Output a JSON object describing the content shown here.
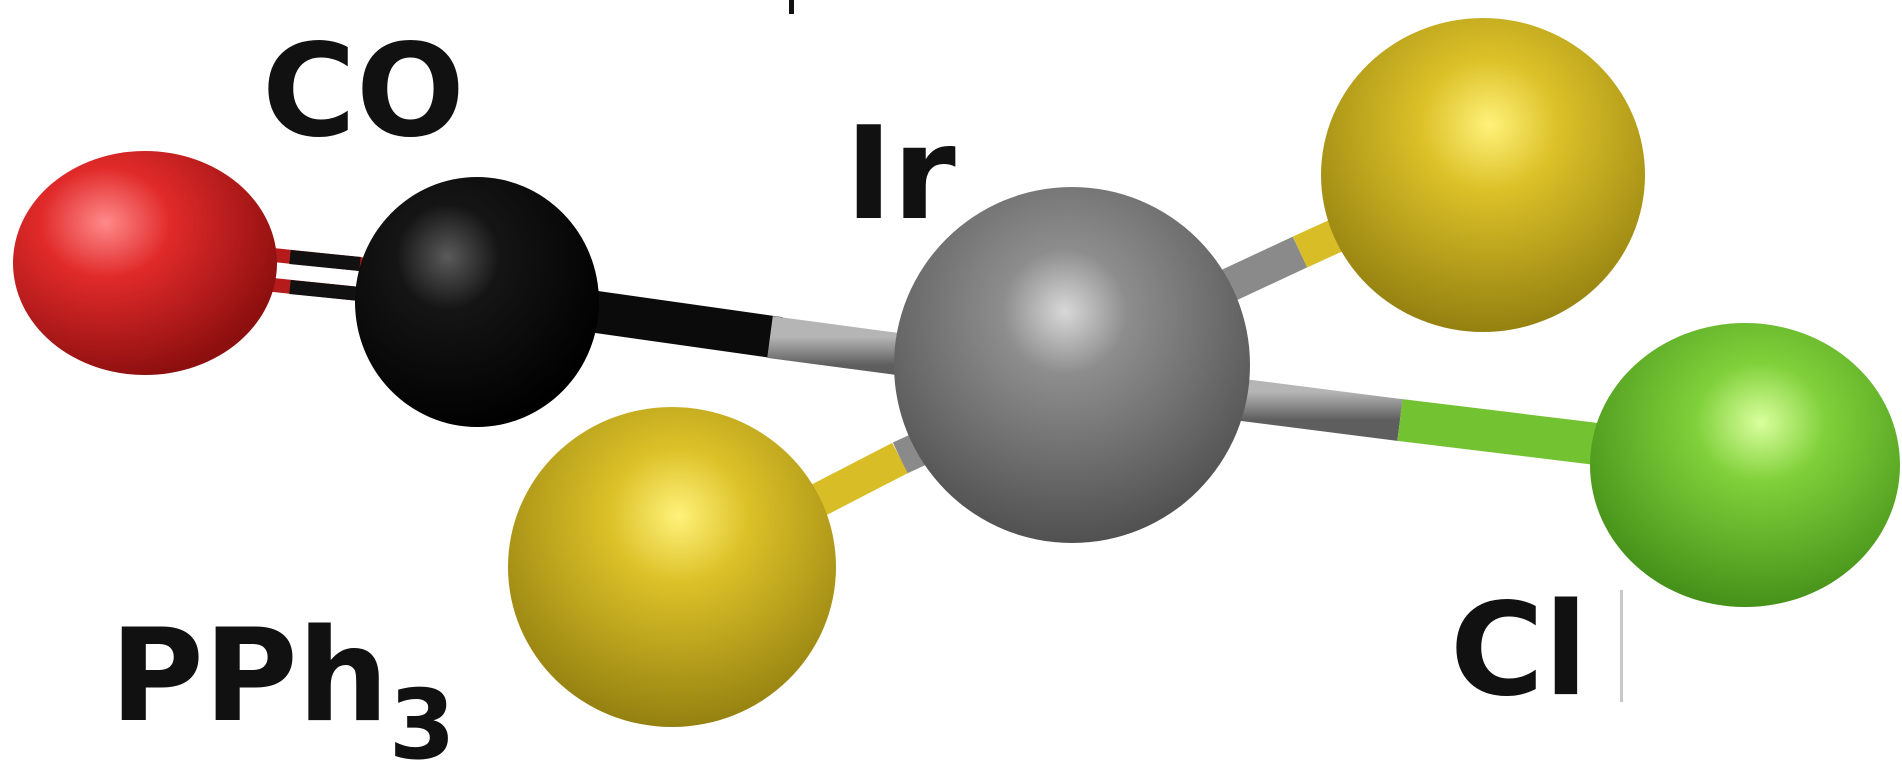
{
  "labels": {
    "carbonyl": "CO",
    "metal": "Ir",
    "phosphine_main": "PPh",
    "phosphine_sub": "3",
    "chloride": "Cl"
  },
  "colors": {
    "oxygen": "#d42222",
    "carbon": "#0b0b0b",
    "iridium": "#7a7a7a",
    "phosphorus": "#d8bd26",
    "chlorine": "#7ccc38",
    "bond_metal": "#888888",
    "text": "#111111"
  }
}
